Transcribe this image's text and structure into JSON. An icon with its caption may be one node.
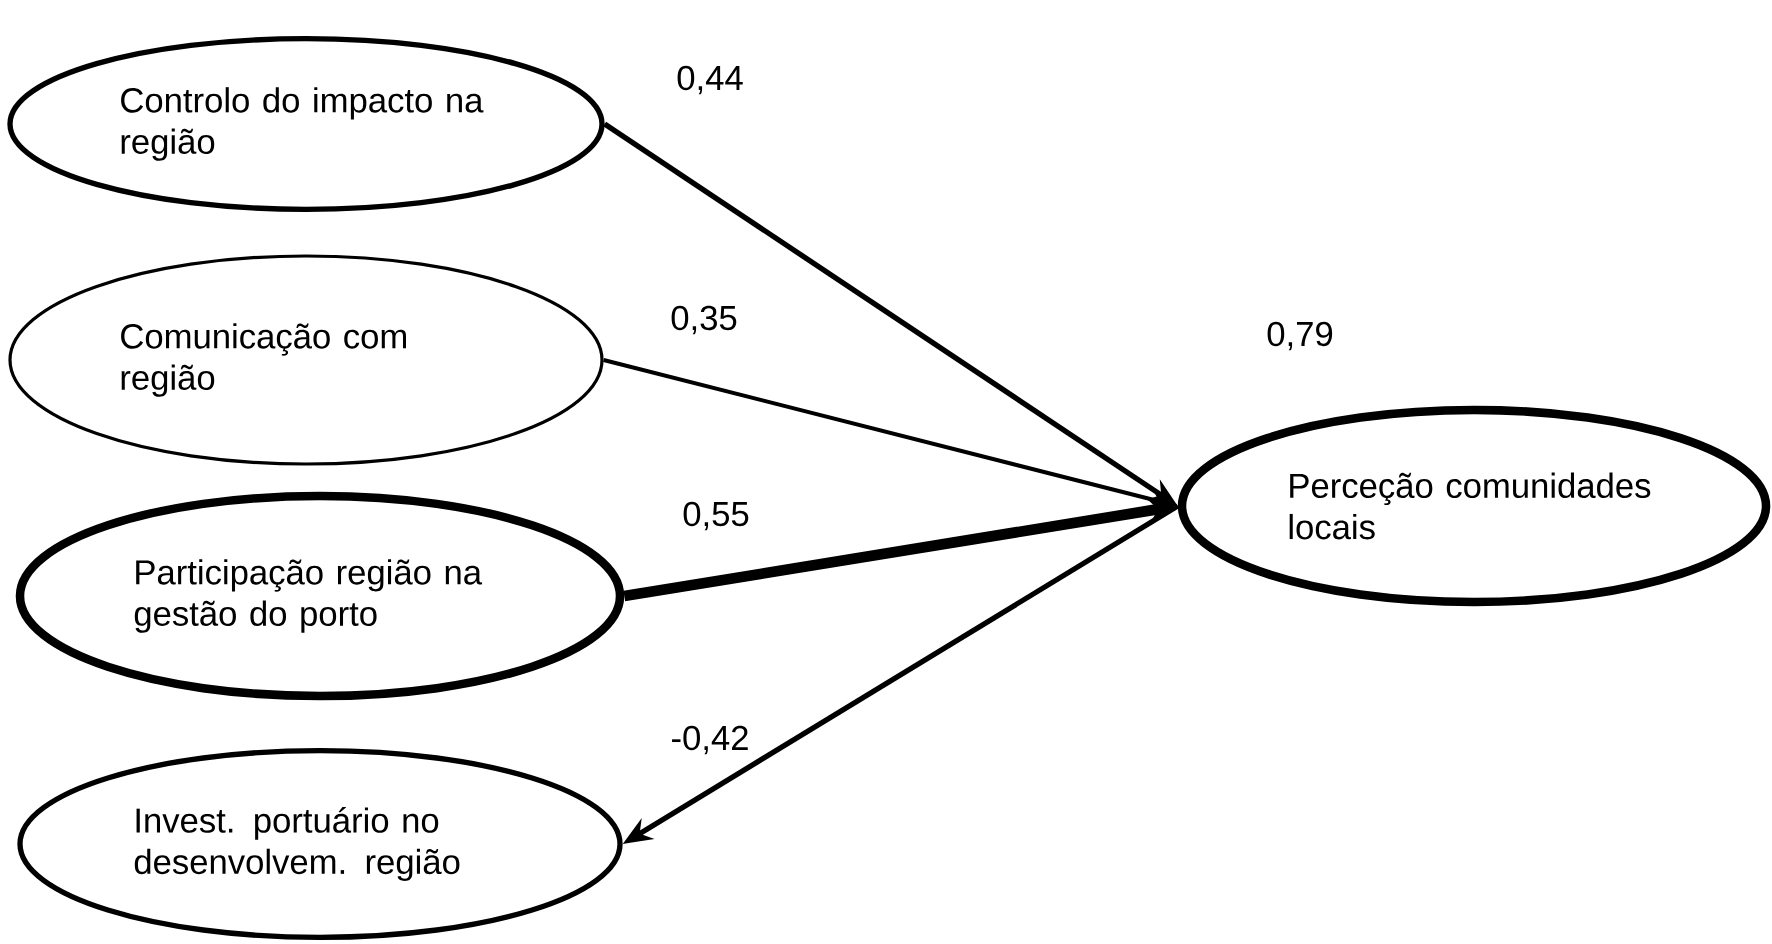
{
  "diagram": {
    "nodes": [
      {
        "text": [
          "Controlo do impacto na região"
        ]
      },
      {
        "text": [
          "Comunicação com região"
        ]
      },
      {
        "text": [
          "Participação região na gestão do porto"
        ]
      },
      {
        "text": [
          "Invest. portuário no desenvolvem. região"
        ]
      },
      {
        "text": [
          "Perceção comunidades locais"
        ],
        "beside": [
          "0,79"
        ]
      }
    ],
    "edges": [
      {
        "from": 0,
        "to": 4,
        "arrow": "to",
        "label": "0,44"
      },
      {
        "from": 1,
        "to": 4,
        "arrow": "to",
        "label": "0,35"
      },
      {
        "from": 2,
        "to": 4,
        "arrow": "to",
        "label": "0,55",
        "style": "thick"
      },
      {
        "from": 4,
        "to": 3,
        "arrow": "to",
        "label": "-0,42"
      }
    ]
  }
}
